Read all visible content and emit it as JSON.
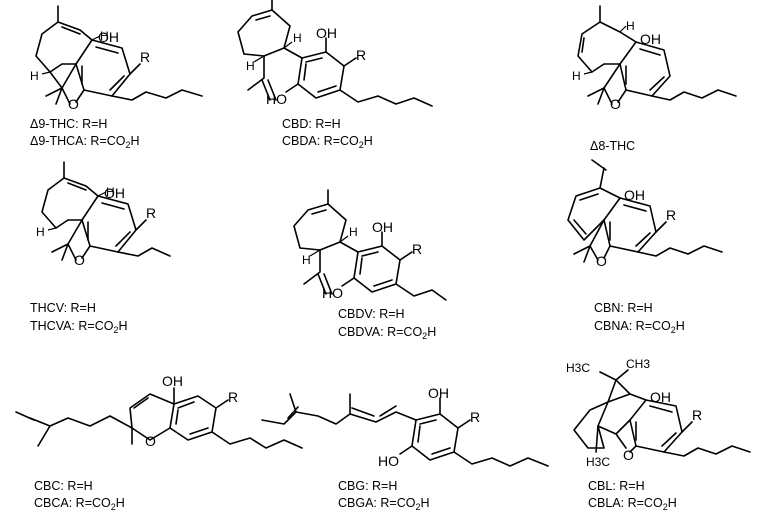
{
  "compounds": [
    {
      "name": "Δ9-THC",
      "line1": "Δ9-THC: R=H",
      "line2_prefix": "Δ9-THCA: R=CO",
      "line2_sub": "2",
      "line2_suffix": "H"
    },
    {
      "name": "CBD",
      "line1": "CBD: R=H",
      "line2_prefix": "CBDA: R=CO",
      "line2_sub": "2",
      "line2_suffix": "H"
    },
    {
      "name": "Δ8-THC",
      "line1": "Δ8-THC"
    },
    {
      "name": "THCV",
      "line1": "THCV: R=H",
      "line2_prefix": "THCVA: R=CO",
      "line2_sub": "2",
      "line2_suffix": "H"
    },
    {
      "name": "CBDV",
      "line1": "CBDV: R=H",
      "line2_prefix": "CBDVA: R=CO",
      "line2_sub": "2",
      "line2_suffix": "H"
    },
    {
      "name": "CBN",
      "line1": "CBN: R=H",
      "line2_prefix": "CBNA: R=CO",
      "line2_sub": "2",
      "line2_suffix": "H"
    },
    {
      "name": "CBC",
      "line1": "CBC: R=H",
      "line2_prefix": "CBCA: R=CO",
      "line2_sub": "2",
      "line2_suffix": "H"
    },
    {
      "name": "CBG",
      "line1": "CBG: R=H",
      "line2_prefix": "CBGA: R=CO",
      "line2_sub": "2",
      "line2_suffix": "H"
    },
    {
      "name": "CBL",
      "line1": "CBL: R=H",
      "line2_prefix": "CBLA: R=CO",
      "line2_sub": "2",
      "line2_suffix": "H"
    }
  ],
  "atoms": {
    "hydroxyl": "OH",
    "ho": "HO",
    "oxygen": "O",
    "r_group": "R",
    "hydrogen": "H",
    "methyl_left": "H3C",
    "methyl_right": "CH3"
  }
}
